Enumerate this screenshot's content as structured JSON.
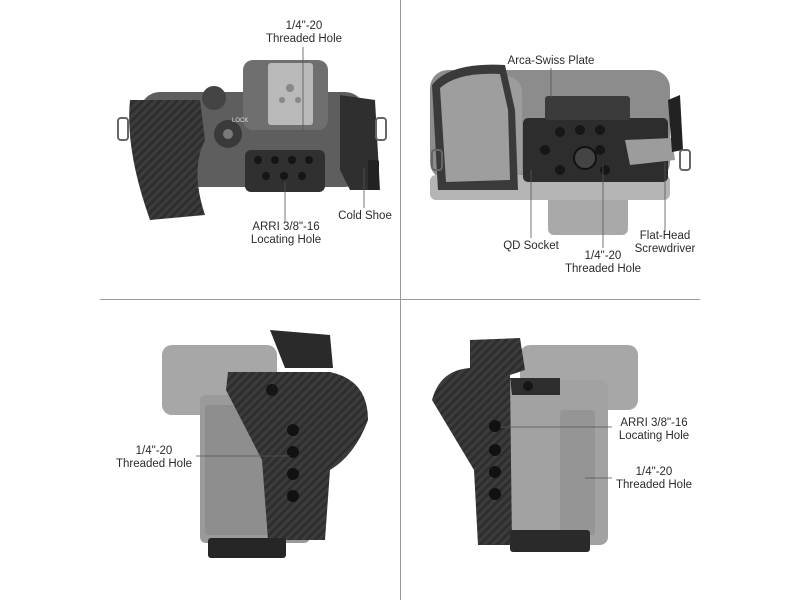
{
  "panels": {
    "top_view": {
      "labels": {
        "threaded_hole": [
          "1/4\"-20",
          "Threaded Hole"
        ],
        "arri_hole": [
          "ARRI 3/8\"-16",
          "Locating Hole"
        ],
        "cold_shoe": "Cold Shoe"
      }
    },
    "bottom_view": {
      "labels": {
        "arca_plate": "Arca-Swiss Plate",
        "qd_socket": "QD Socket",
        "threaded_hole": [
          "1/4\"-20",
          "Threaded Hole"
        ],
        "screwdriver": [
          "Flat-Head",
          "Screwdriver"
        ]
      }
    },
    "right_side_view": {
      "labels": {
        "threaded_hole": [
          "1/4\"-20",
          "Threaded Hole"
        ]
      }
    },
    "left_side_view": {
      "labels": {
        "arri_hole": [
          "ARRI 3/8\"-16",
          "Locating Hole"
        ],
        "threaded_hole": [
          "1/4\"-20",
          "Threaded Hole"
        ]
      }
    }
  },
  "camera_markings": {
    "lock": "LOCK"
  },
  "colors": {
    "cage_black": "#2a2a2a",
    "camera_gray": "#a3a3a3",
    "divider": "#9a9a9a",
    "label_text": "#2b2b2b"
  }
}
